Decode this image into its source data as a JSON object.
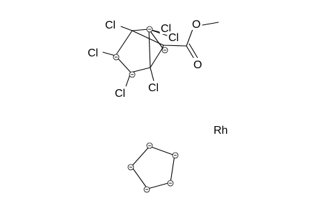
{
  "labels": {
    "cl": "Cl",
    "o": "O",
    "rh": "Rh"
  },
  "colors": {
    "ink": "#000000",
    "background": "#ffffff"
  }
}
